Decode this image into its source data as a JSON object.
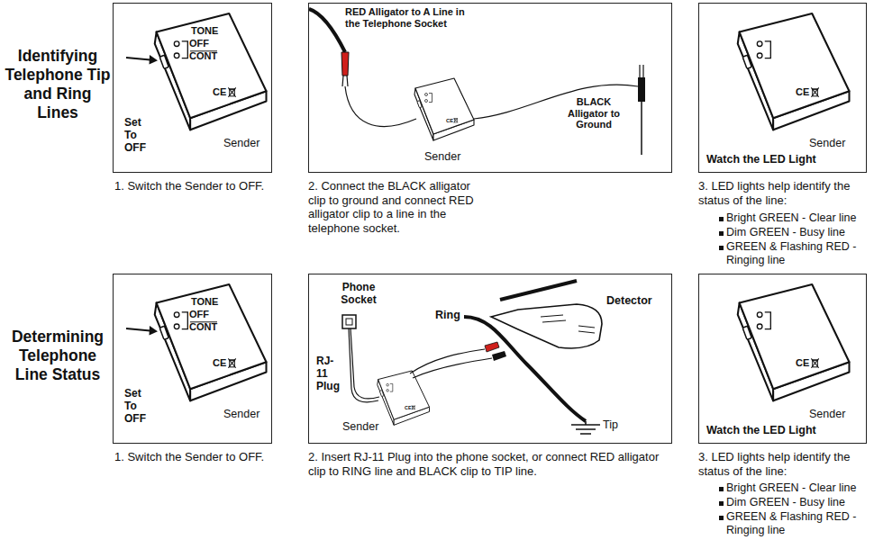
{
  "diagram": {
    "nodes": [
      {
        "text": [
          "TONE",
          "OFF",
          "CONT",
          "CE",
          "Set To OFF",
          "Sender"
        ]
      },
      {
        "text": [
          "RED Alligator to A Line in the Telephone Socket",
          "CE",
          "Sender",
          "BLACK Alligator to Ground"
        ]
      },
      {
        "text": [
          "CE",
          "Sender",
          "Watch the LED Light"
        ]
      },
      {
        "text": [
          "TONE",
          "OFF",
          "CONT",
          "CE",
          "Set To OFF",
          "Sender"
        ]
      },
      {
        "text": [
          "Phone Socket",
          "RJ-11 Plug",
          "Ring",
          "Detector",
          "CE",
          "Sender",
          "Tip"
        ]
      },
      {
        "text": [
          "CE",
          "Sender",
          "Watch the LED Light"
        ]
      }
    ],
    "labels": [
      "Identifying Telephone Tip and Ring Lines",
      "1. Switch the Sender to OFF.",
      "2. Connect the BLACK alligator clip to ground and connect RED alligator clip to a line in the telephone socket.",
      "3. LED lights help identify the status of the line:",
      "Bright GREEN - Clear line",
      "Dim GREEN - Busy line",
      "GREEN & Flashing RED - Ringing line",
      "Determining Telephone Line Status",
      "1. Switch the Sender to OFF.",
      "2. Insert RJ-11 Plug into the phone socket, or connect RED alligator clip to RING line and BLACK clip to TIP line.",
      "3. LED lights help identify the status of the line:",
      "Bright GREEN - Clear line",
      "Dim GREEN - Busy line",
      "GREEN & Flashing RED - Ringing line"
    ]
  }
}
